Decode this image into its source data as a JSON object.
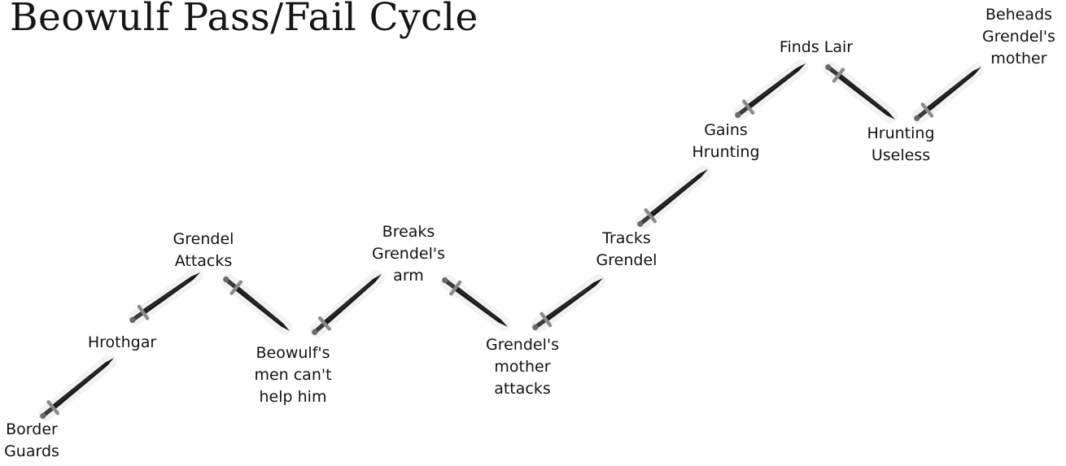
{
  "title": "Beowulf Pass/Fail Cycle",
  "colors": {
    "blade": "#1a1a1a",
    "guard": "#8a8a8a",
    "shadow": "#e2e2e2",
    "text": "#111111"
  },
  "swords": [
    {
      "outcome": "pass"
    },
    {
      "outcome": "pass"
    },
    {
      "outcome": "fail"
    },
    {
      "outcome": "pass"
    },
    {
      "outcome": "fail"
    },
    {
      "outcome": "pass"
    },
    {
      "outcome": "pass"
    },
    {
      "outcome": "pass"
    },
    {
      "outcome": "fail"
    },
    {
      "outcome": "pass"
    }
  ],
  "labels": [
    {
      "text": "Border\nGuards"
    },
    {
      "text": "Hrothgar"
    },
    {
      "text": "Grendel\nAttacks"
    },
    {
      "text": "Beowulf's\nmen can't\nhelp him"
    },
    {
      "text": "Breaks\nGrendel's\narm"
    },
    {
      "text": "Grendel's\nmother\nattacks"
    },
    {
      "text": "Tracks\nGrendel"
    },
    {
      "text": "Gains\nHrunting"
    },
    {
      "text": "Finds Lair"
    },
    {
      "text": "Hrunting\nUseless"
    },
    {
      "text": "Beheads\nGrendel's\nmother"
    }
  ]
}
